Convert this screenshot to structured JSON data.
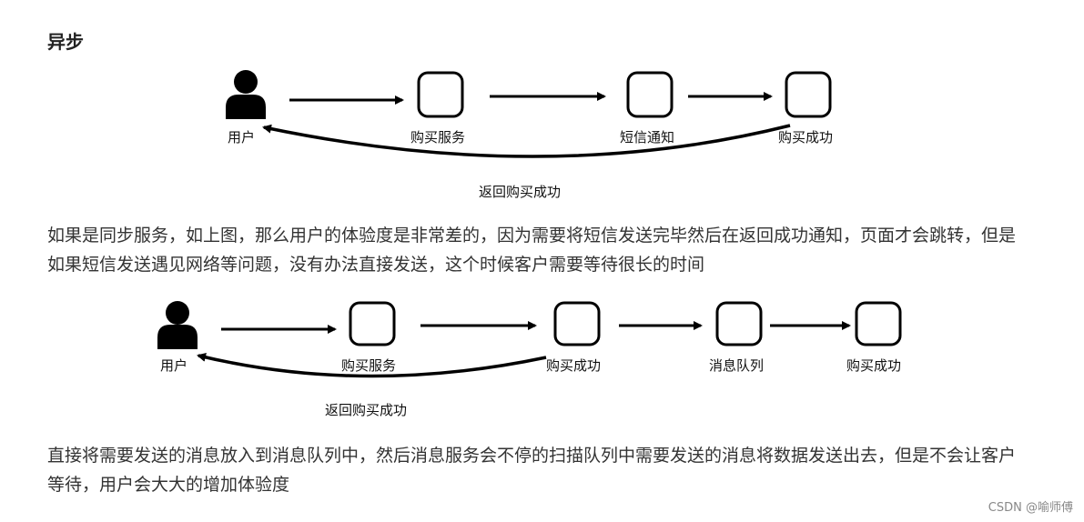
{
  "heading": "异步",
  "diagram1": {
    "user_label": "用户",
    "nodes": [
      "购买服务",
      "短信通知",
      "购买成功"
    ],
    "return_label": "返回购买成功"
  },
  "paragraph1": "如果是同步服务，如上图，那么用户的体验度是非常差的，因为需要将短信发送完毕然后在返回成功通知，页面才会跳转，但是如果短信发送遇见网络等问题，没有办法直接发送，这个时候客户需要等待很长的时间",
  "diagram2": {
    "user_label": "用户",
    "nodes": [
      "购买服务",
      "购买成功",
      "消息队列",
      "购买成功"
    ],
    "return_label": "返回购买成功"
  },
  "paragraph2": "直接将需要发送的消息放入到消息队列中，然后消息服务会不停的扫描队列中需要发送的消息将数据发送出去，但是不会让客户等待，用户会大大的增加体验度",
  "watermark": "CSDN @喻师傅"
}
